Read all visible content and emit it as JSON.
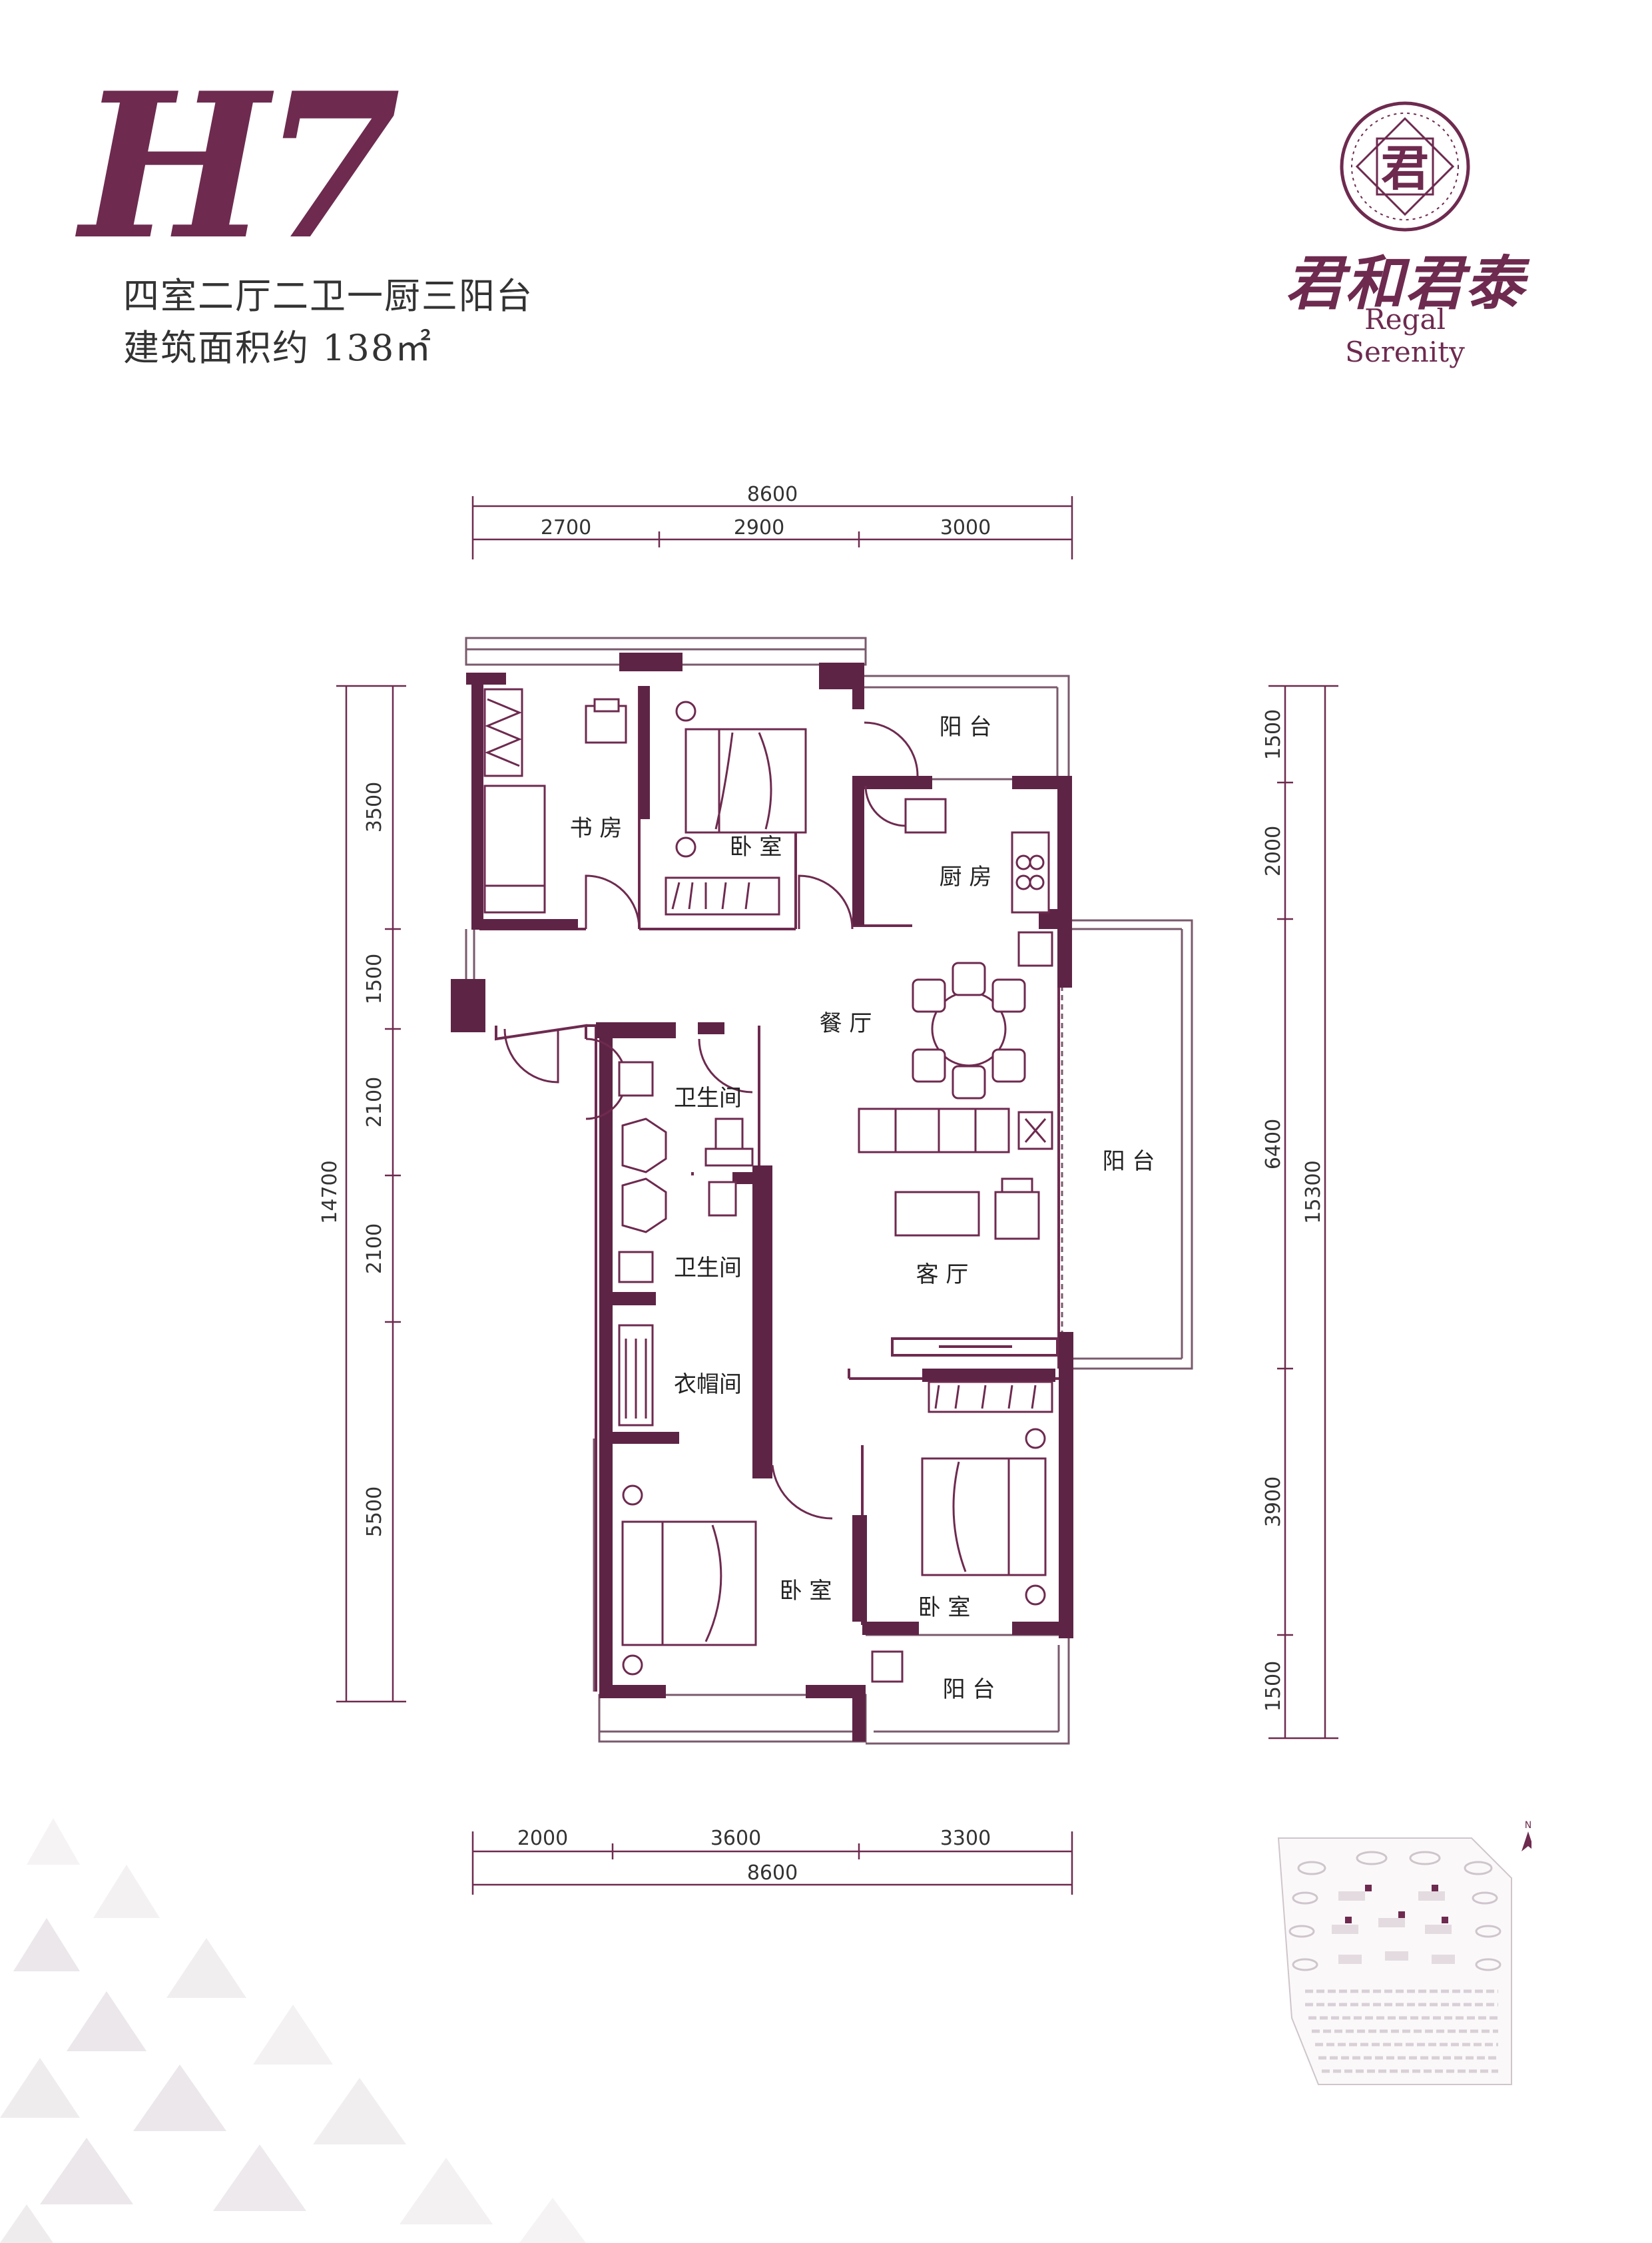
{
  "header": {
    "unit_type": "H7",
    "layout": "四室二厅二卫一厨三阳台",
    "area": "建筑面积约 138㎡"
  },
  "brand": {
    "logo_char": "君",
    "name_cn": "君和君泰",
    "name_en": "Regal Serenity"
  },
  "rooms": {
    "study": "书 房",
    "bedroom_top": "卧 室",
    "balcony_top": "阳 台",
    "kitchen": "厨 房",
    "dining": "餐 厅",
    "bath_1": "卫生间",
    "bath_2": "卫生间",
    "balcony_east": "阳 台",
    "living": "客 厅",
    "cloakroom": "衣帽间",
    "bedroom_sw": "卧 室",
    "bedroom_se": "卧 室",
    "balcony_se": "阳 台"
  },
  "dims": {
    "top_total": "8600",
    "top_1": "2700",
    "top_2": "2900",
    "top_3": "3000",
    "bottom_1": "2000",
    "bottom_2": "3600",
    "bottom_3": "3300",
    "bottom_total": "8600",
    "left_1": "3500",
    "left_2": "1500",
    "left_3": "2100",
    "left_4": "2100",
    "left_5": "5500",
    "left_total": "14700",
    "right_1": "1500",
    "right_2": "2000",
    "right_3": "6400",
    "right_4": "3900",
    "right_5": "1500",
    "right_total": "15300"
  },
  "keyplan": {
    "north": "N"
  },
  "colors": {
    "brand": "#6e2a4f",
    "wall": "#5e2446",
    "line": "#7a5a6c",
    "text": "#333333",
    "keyplan": "#d8d0d6"
  }
}
